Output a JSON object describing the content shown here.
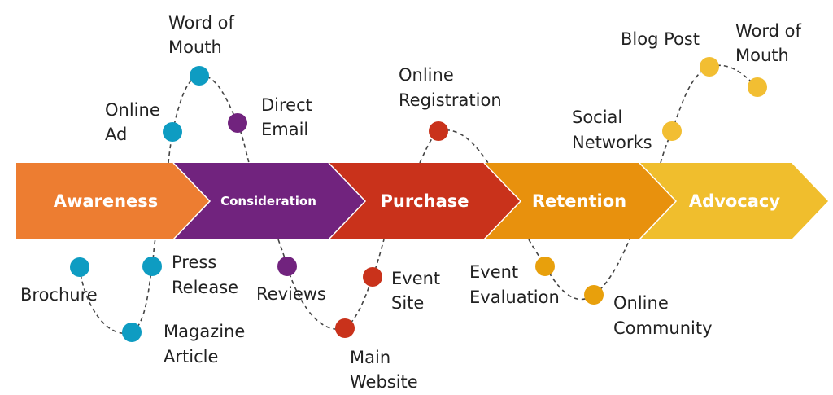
{
  "colors": {
    "awareness": "#ED7D31",
    "consideration": "#71237E",
    "purchase": "#C9321B",
    "retention": "#E8910D",
    "advocacy": "#F0BE2D",
    "dot_awareness": "#0E9CC2",
    "dot_consideration": "#71237E",
    "dot_purchase": "#C9321B",
    "dot_retention": "#E8A00C",
    "dot_advocacy": "#F2BE32",
    "connector": "#444444",
    "label_text": "#222222"
  },
  "stages": [
    {
      "id": "awareness",
      "label": "Awareness"
    },
    {
      "id": "consideration",
      "label": "Consideration"
    },
    {
      "id": "purchase",
      "label": "Purchase"
    },
    {
      "id": "retention",
      "label": "Retention"
    },
    {
      "id": "advocacy",
      "label": "Advocacy"
    }
  ],
  "touchpoints": {
    "brochure": {
      "lines": [
        "Brochure"
      ]
    },
    "magazine_article": {
      "lines": [
        "Magazine",
        "Article"
      ]
    },
    "press_release": {
      "lines": [
        "Press",
        "Release"
      ]
    },
    "online_ad": {
      "lines": [
        "Online",
        "Ad"
      ]
    },
    "word_of_mouth_1": {
      "lines": [
        "Word of",
        "Mouth"
      ]
    },
    "direct_email": {
      "lines": [
        "Direct",
        "Email"
      ]
    },
    "reviews": {
      "lines": [
        "Reviews"
      ]
    },
    "main_website": {
      "lines": [
        "Main",
        "Website"
      ]
    },
    "event_site": {
      "lines": [
        "Event",
        "Site"
      ]
    },
    "online_registration": {
      "lines": [
        "Online",
        "Registration"
      ]
    },
    "event_evaluation": {
      "lines": [
        "Event",
        "Evaluation"
      ]
    },
    "online_community": {
      "lines": [
        "Online",
        "Community"
      ]
    },
    "social_networks": {
      "lines": [
        "Social",
        "Networks"
      ]
    },
    "blog_post": {
      "lines": [
        "Blog Post"
      ]
    },
    "word_of_mouth_2": {
      "lines": [
        "Word of",
        "Mouth"
      ]
    }
  }
}
